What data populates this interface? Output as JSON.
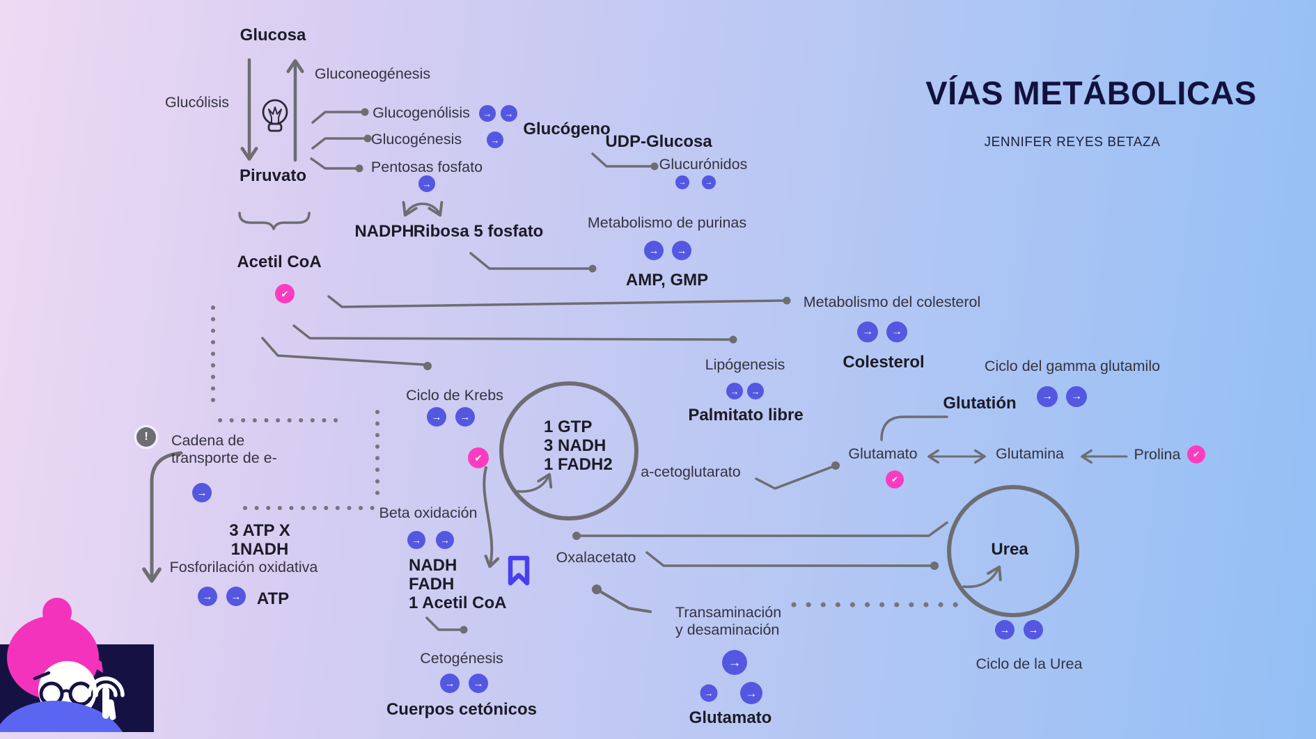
{
  "title": {
    "text": "VÍAS METÁBOLICAS",
    "author": "JENNIFER REYES BETAZA"
  },
  "icons": {
    "arrow": "→",
    "check": "✔",
    "exclamation": "!"
  },
  "colors": {
    "accent_blue": "#5457e0",
    "accent_pink": "#fb3cc1",
    "line_gray": "#6d6d72",
    "title_navy": "#12123f",
    "illustration_navy": "#151243",
    "bookmark_blue": "#4a3ff0",
    "body_blue": "#5a66f2",
    "bg_left": "#eedaf3",
    "bg_right": "#93bff5"
  },
  "nodes": {
    "glucosa": "Glucosa",
    "glucolisis": "Glucólisis",
    "gluconeogenesis": "Gluconeogénesis",
    "glucogenolisis": "Glucogenólisis",
    "glucogenesis": "Glucogénesis",
    "pentosas_fosfato": "Pentosas fosfato",
    "piruvato": "Piruvato",
    "glucogeno": "Glucógeno",
    "udp_glucosa": "UDP-Glucosa",
    "glucuronidos": "Glucurónidos",
    "nadph": "NADPH",
    "ribosa5": "Ribosa 5 fosfato",
    "met_purinas": "Metabolismo de purinas",
    "amp_gmp": "AMP, GMP",
    "acetil_coa": "Acetil CoA",
    "met_colesterol": "Metabolismo del colesterol",
    "colesterol": "Colesterol",
    "lipogenesis": "Lipógenesis",
    "palmitato": "Palmitato libre",
    "ciclo_krebs": "Ciclo de Krebs",
    "krebs_yield": "1 GTP\n3 NADH\n1 FADH2",
    "a_cetoglutarato": "a-cetoglutarato",
    "glutamato": "Glutamato",
    "glutamina": "Glutamina",
    "prolina": "Prolina",
    "ciclo_gamma": "Ciclo del gamma glutamilo",
    "glutation": "Glutatión",
    "cadena": "Cadena de\ntransporte de e-",
    "atp_block": "3 ATP X\n1NADH",
    "fosforilacion": "Fosforilación oxidativa",
    "atp": "ATP",
    "beta_oxidacion": "Beta oxidación",
    "nadh_block": "NADH\nFADH\n1 Acetil CoA",
    "cetogenesis": "Cetogénesis",
    "cuerpos_cetonicos": "Cuerpos cetónicos",
    "oxalacetato": "Oxalacetato",
    "urea": "Urea",
    "ciclo_urea": "Ciclo de la Urea",
    "transaminacion": "Transaminación\ny desaminación",
    "glutamato_b": "Glutamato"
  }
}
